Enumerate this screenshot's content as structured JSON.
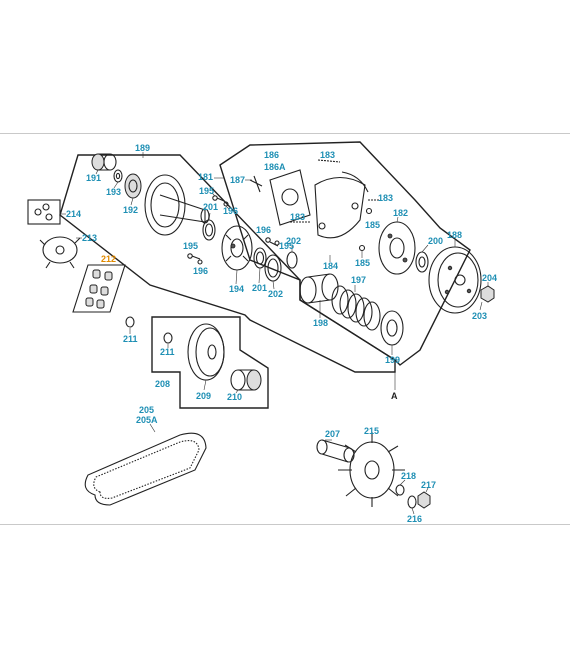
{
  "labels": {
    "189": "189",
    "191": "191",
    "193": "193",
    "192": "192",
    "201a": "201",
    "196a": "196",
    "195a": "195",
    "181": "181",
    "187": "187",
    "186": "186",
    "186A": "186A",
    "183a": "183",
    "183b": "183",
    "183c": "183",
    "185a": "185",
    "185b": "185",
    "182": "182",
    "184": "184",
    "200": "200",
    "188": "188",
    "214": "214",
    "213": "213",
    "212": "212",
    "195b": "195",
    "196b": "196",
    "196c": "196",
    "194": "194",
    "201b": "201",
    "202a": "202",
    "202b": "202",
    "197": "197",
    "198": "198",
    "199": "199",
    "204": "204",
    "203": "203",
    "211a": "211",
    "211b": "211",
    "208": "208",
    "209": "209",
    "210": "210",
    "A": "A",
    "205": "205",
    "205A": "205A",
    "207": "207",
    "215": "215",
    "218": "218",
    "217": "217",
    "216": "216",
    "195c": "195"
  },
  "colors": {
    "label": "#1e8fb4",
    "highlight_label": "#e08a00",
    "line": "#222222"
  }
}
